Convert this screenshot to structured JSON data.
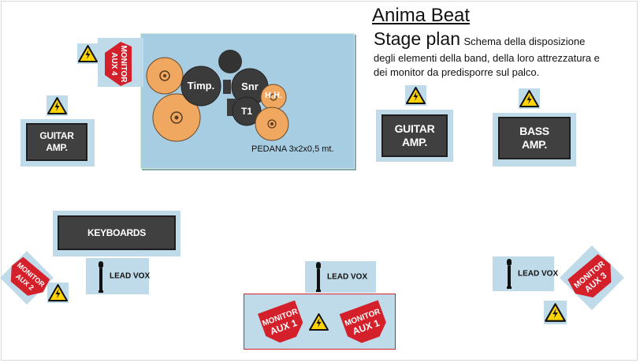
{
  "title": "Anima Beat",
  "subtitle": "Stage plan",
  "description_lines": [
    "Schema della disposizione",
    "degli elementi della band, della loro attrezzatura e",
    "dei monitor da predisporre sul palco."
  ],
  "riser_label": "PEDANA 3x2x0,5 mt.",
  "drums": {
    "timp": "Timp.",
    "snare": "Snr",
    "hihat": "H.H.",
    "tom1": "T1"
  },
  "amps": {
    "guitar_left": [
      "GUITAR",
      "AMP."
    ],
    "guitar_right": [
      "GUITAR",
      "AMP."
    ],
    "bass": [
      "BASS",
      "AMP."
    ],
    "keyboards": "KEYBOARDS"
  },
  "monitors": {
    "aux4": [
      "MONITOR",
      "AUX 4"
    ],
    "aux2": [
      "MONITOR",
      "AUX 2"
    ],
    "aux1_left": [
      "MONITOR",
      "AUX 1"
    ],
    "aux1_right": [
      "MONITOR",
      "AUX 1"
    ],
    "aux3": [
      "MONITOR",
      "AUX 3"
    ]
  },
  "vocals": {
    "left": "LEAD VOX",
    "center": "LEAD VOX",
    "right": "LEAD VOX"
  },
  "colors": {
    "stage_blue": "#a7cde3",
    "light_blue": "#bfdbea",
    "amp_gray": "#404040",
    "cymbal_orange": "#f0a860",
    "drum_dark": "#3b3b3b",
    "monitor_red": "#d4202a",
    "warning_yellow": "#ffd400",
    "zone_border": "#d4202a"
  },
  "icons": [
    "electrical-hazard-icon",
    "microphone-icon"
  ]
}
